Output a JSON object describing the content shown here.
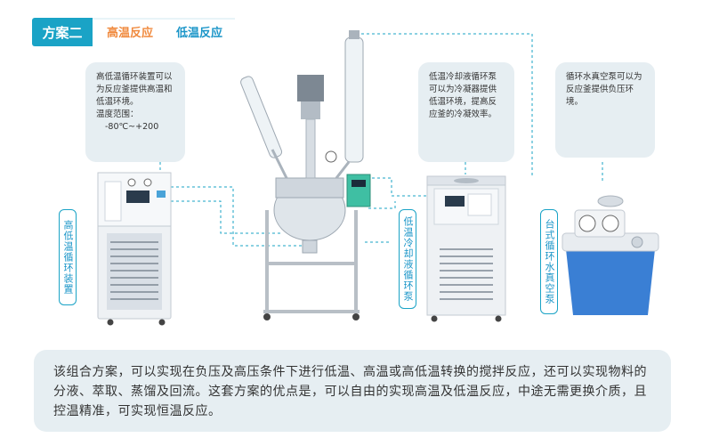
{
  "header": {
    "plan_label": "方案二",
    "tab_hot": "高温反应",
    "tab_cold": "低温反应"
  },
  "callouts": {
    "high_low_circulator": {
      "text": "高低温循环装置可以为反应釜提供高温和低温环境。",
      "range_label": "温度范围：",
      "range_value": "-80℃~+200"
    },
    "chiller": {
      "text": "低温冷却液循环泵可以为冷凝器提供低温环境，提高反应釜的冷凝效率。"
    },
    "vacuum_pump": {
      "text": "循环水真空泵可以为反应釜提供负压环境。"
    }
  },
  "labels": {
    "left": "高低温循环装置",
    "middle": "低温冷却液循环泵",
    "right": "台式循环水真空泵"
  },
  "description": "该组合方案，可以实现在负压及高压条件下进行低温、高温或高低温转换的搅拌反应，还可以实现物料的分液、萃取、蒸馏及回流。这套方案的优点是，可以自由的实现高温及低温反应，中途无需更换介质，且控温精准，可实现恒温反应。",
  "colors": {
    "accent": "#1aa3c6",
    "hot": "#f08a3e",
    "cold": "#1a95c8",
    "panel": "#e6eef2",
    "pump_blue": "#3a7fd4"
  }
}
